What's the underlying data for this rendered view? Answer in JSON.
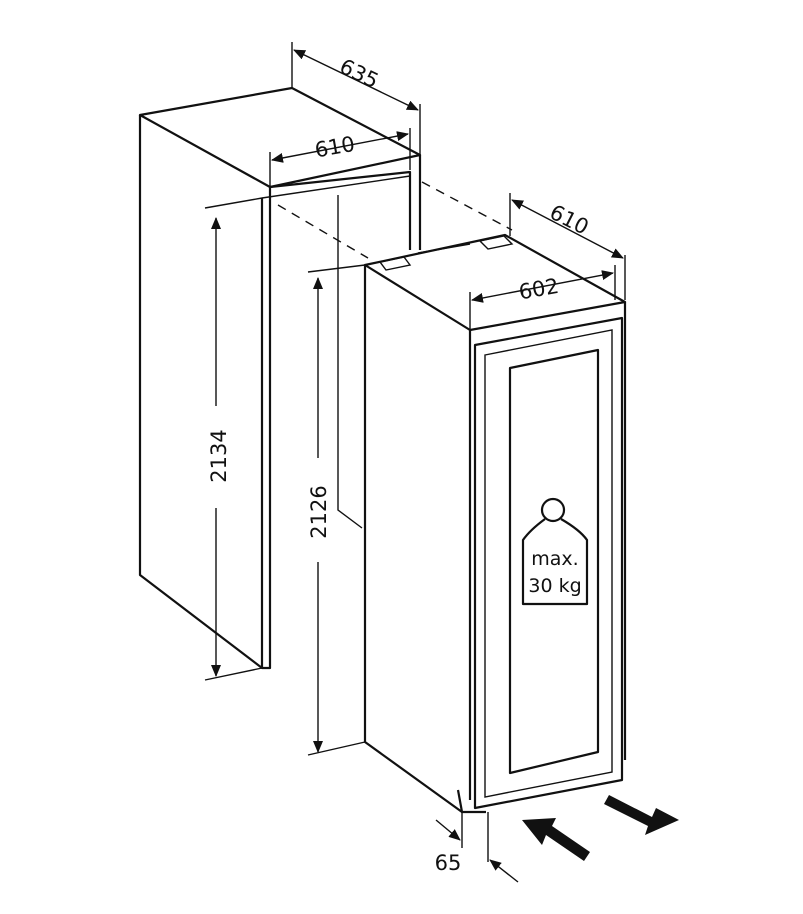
{
  "dimensions": {
    "niche_depth": "635",
    "niche_width": "610",
    "appliance_depth": "610",
    "appliance_width": "602",
    "niche_height": "2134",
    "appliance_height": "2126",
    "door_gap": "65"
  },
  "weight_label": {
    "line1": "max.",
    "line2": "30 kg"
  },
  "icons": [
    "weight-icon",
    "arrow-in-icon",
    "arrow-out-icon"
  ],
  "colors": {
    "line": "#111111",
    "background": "#ffffff"
  }
}
